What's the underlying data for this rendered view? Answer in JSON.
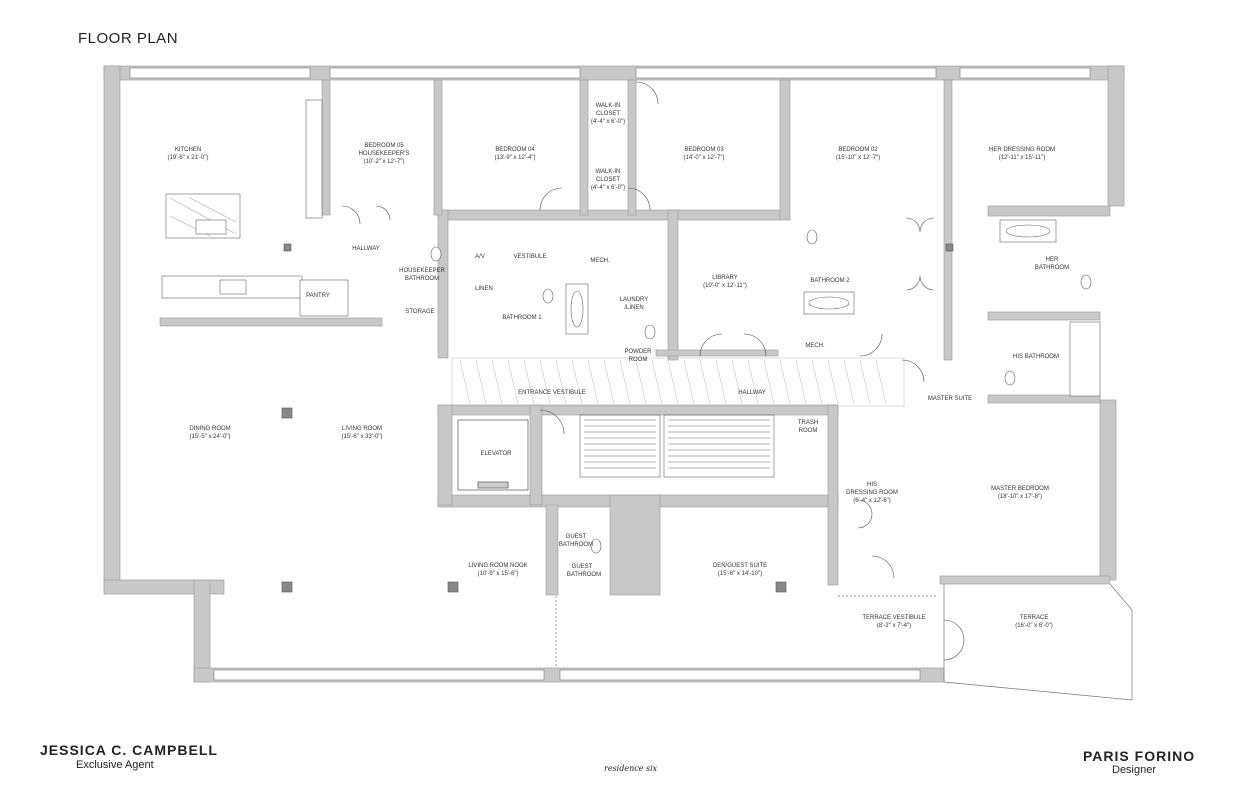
{
  "title": "FLOOR PLAN",
  "rooms": {
    "kitchen": {
      "name": "KITCHEN",
      "dims": "(19'-6\" x 21'-0\")"
    },
    "bedroom05": {
      "name": "BEDROOM 05",
      "sub": "HOUSEKEEPER'S",
      "dims": "(10'-2\" x 12'-7\")"
    },
    "bedroom04": {
      "name": "BEDROOM 04",
      "dims": "(13'-9\" x 12'-4\")"
    },
    "walkin1": {
      "name1": "WALK-IN",
      "name2": "CLOSET",
      "dims": "(4'-4\" x 6'-0\")"
    },
    "walkin2": {
      "name1": "WALK-IN",
      "name2": "CLOSET",
      "dims": "(4'-4\" x 6'-0\")"
    },
    "bedroom03": {
      "name": "BEDROOM 03",
      "dims": "(14'-0\" x 12'-7\")"
    },
    "bedroom02": {
      "name": "BEDROOM 02",
      "dims": "(15'-10\" x 12'-7\")"
    },
    "herdressing": {
      "name": "HER DRESSING ROOM",
      "dims": "(12'-11\" x 15'-11\")"
    },
    "hallway_kitchen": "HALLWAY",
    "hkbath": {
      "name1": "HOUSEKEEPER",
      "name2": "BATHROOM"
    },
    "pantry": "PANTRY",
    "storage": "STORAGE",
    "av": "A/V",
    "vestibule": "VESTIBULE",
    "mech1": "MECH.",
    "linen": "LINEN",
    "bathroom1": "BATHROOM 1",
    "laundry": {
      "name1": "LAUNDRY",
      "name2": "/LINEN"
    },
    "powder": {
      "name1": "POWDER",
      "name2": "ROOM"
    },
    "library": {
      "name": "LIBRARY",
      "dims": "(10'-0\" x 12'-11\")"
    },
    "bathroom2": "BATHROOM 2",
    "mech2": "MECH.",
    "herbath": {
      "name1": "HER",
      "name2": "BATHROOM"
    },
    "hisbath": "HIS BATHROOM",
    "mastersuite": "MASTER SUITE",
    "entrance": "ENTRANCE VESTIBULE",
    "hallway_main": "HALLWAY",
    "dining": {
      "name": "DINING ROOM",
      "dims": "(15'-5\" x 24'-0\")"
    },
    "living": {
      "name": "LIVING ROOM",
      "dims": "(15'-6\" x 33'-0\")"
    },
    "elevator": "ELEVATOR",
    "trash": {
      "name1": "TRASH",
      "name2": "ROOM"
    },
    "hisdressing": {
      "name1": "HIS",
      "name2": "DRESSING ROOM",
      "dims": "(6'-4\" x 12'-6\")"
    },
    "masterbed": {
      "name": "MASTER BEDROOM",
      "dims": "(18'-10\" x 17'-8\")"
    },
    "guestbath1": {
      "name1": "GUEST",
      "name2": "BATHROOM"
    },
    "guestbath2": {
      "name1": "GUEST",
      "name2": "BATHROOM"
    },
    "nook": {
      "name": "LIVING ROOM NOOK",
      "dims": "(10'-9\" x 15'-6\")"
    },
    "den": {
      "name": "DEN/GUEST SUITE",
      "dims": "(15'-6\" x 14'-10\")"
    },
    "terracevest": {
      "name": "TERRACE VESTIBULE",
      "dims": "(8'-2\" x 7'-4\")"
    },
    "terrace": {
      "name": "TERRACE",
      "dims": "(16'-0\" x 6'-0\")"
    }
  },
  "agent": {
    "name": "JESSICA  C. CAMPBELL",
    "role": "Exclusive Agent"
  },
  "designer": {
    "name": "PARIS FORINO",
    "role": "Designer"
  },
  "brand": "residence six",
  "colors": {
    "wall": "#c8c8c8",
    "wall_stroke": "#9a9a9a",
    "line": "#555555"
  }
}
